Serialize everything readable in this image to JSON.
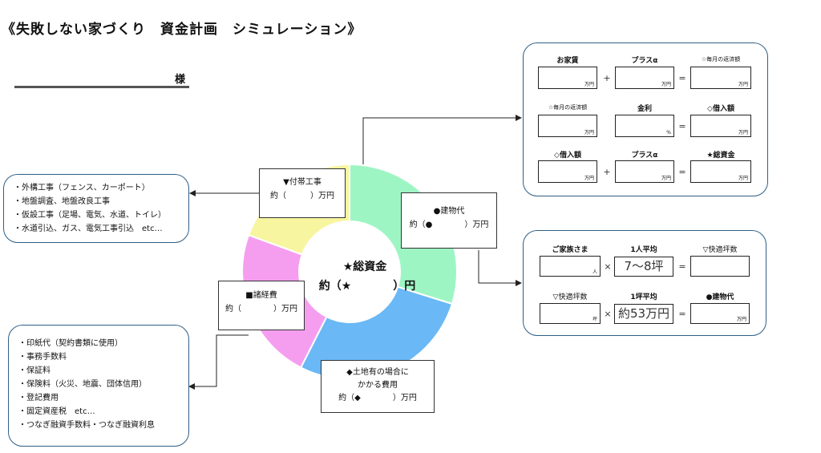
{
  "title": "《失敗しない家づくり　資金計画　シミュレーション》",
  "customer_suffix": "様",
  "center": {
    "title": "★総資金",
    "amount_prefix": "約（★",
    "amount_suffix": "）円"
  },
  "donut": {
    "segments": [
      {
        "name": "建物代",
        "color": "#9ef5c4"
      },
      {
        "name": "土地有の場合にかかる費用",
        "color": "#6ab8f5"
      },
      {
        "name": "諸経費",
        "color": "#f59ef0"
      },
      {
        "name": "付帯工事",
        "color": "#f8f5a0"
      }
    ]
  },
  "labels": {
    "futai": {
      "title": "▼付帯工事",
      "amount": "約（　　　）万円"
    },
    "building": {
      "title": "●建物代",
      "amount": "約（●　　　　）万円"
    },
    "shokeihi": {
      "title": "■諸経費",
      "amount": "約（　　　　）万円"
    },
    "land": {
      "line1": "◆土地有の場合に",
      "line2": "かかる費用",
      "amount": "約（◆　　　　）万円"
    }
  },
  "futai_list": [
    "・外構工事（フェンス、カーポート）",
    "・地盤調査、地盤改良工事",
    "・仮設工事（足場、電気、水道、トイレ）",
    "・水道引込、ガス、電気工事引込　etc…"
  ],
  "shokeihi_list": [
    "・印紙代（契約書類に使用）",
    "・事務手数料",
    "・保証料",
    "・保険料（火災、地震、団体信用）",
    "・登記費用",
    "・固定資産税　etc…",
    "・つなぎ融資手数料・つなぎ融資利息"
  ],
  "loan_calc": {
    "row1": {
      "h1": "お家賃",
      "h2": "プラスα",
      "h3": "☆毎月の返済額",
      "u1": "万円",
      "op1": "+",
      "u2": "万円",
      "op2": "=",
      "u3": "万円"
    },
    "row2": {
      "h1": "☆毎月の返済額",
      "h2": "金利",
      "h3": "◇借入額",
      "u1": "万円",
      "u2": "%",
      "op2": "=",
      "u3": "万円"
    },
    "row3": {
      "h1": "◇借入額",
      "h2": "プラスα",
      "h3": "★総資金",
      "u1": "万円",
      "op1": "+",
      "u2": "万円",
      "op2": "=",
      "u3": "万円"
    }
  },
  "building_calc": {
    "row1": {
      "h1": "ご家族さま",
      "h2": "1人平均",
      "h3": "▽快適坪数",
      "u1": "人",
      "op1": "×",
      "value": "7〜8坪",
      "op2": "="
    },
    "row2": {
      "h1": "▽快適坪数",
      "h2": "1坪平均",
      "h3": "●建物代",
      "u1": "坪",
      "op1": "×",
      "value": "約53万円",
      "op2": "=",
      "u3": "万円"
    }
  }
}
